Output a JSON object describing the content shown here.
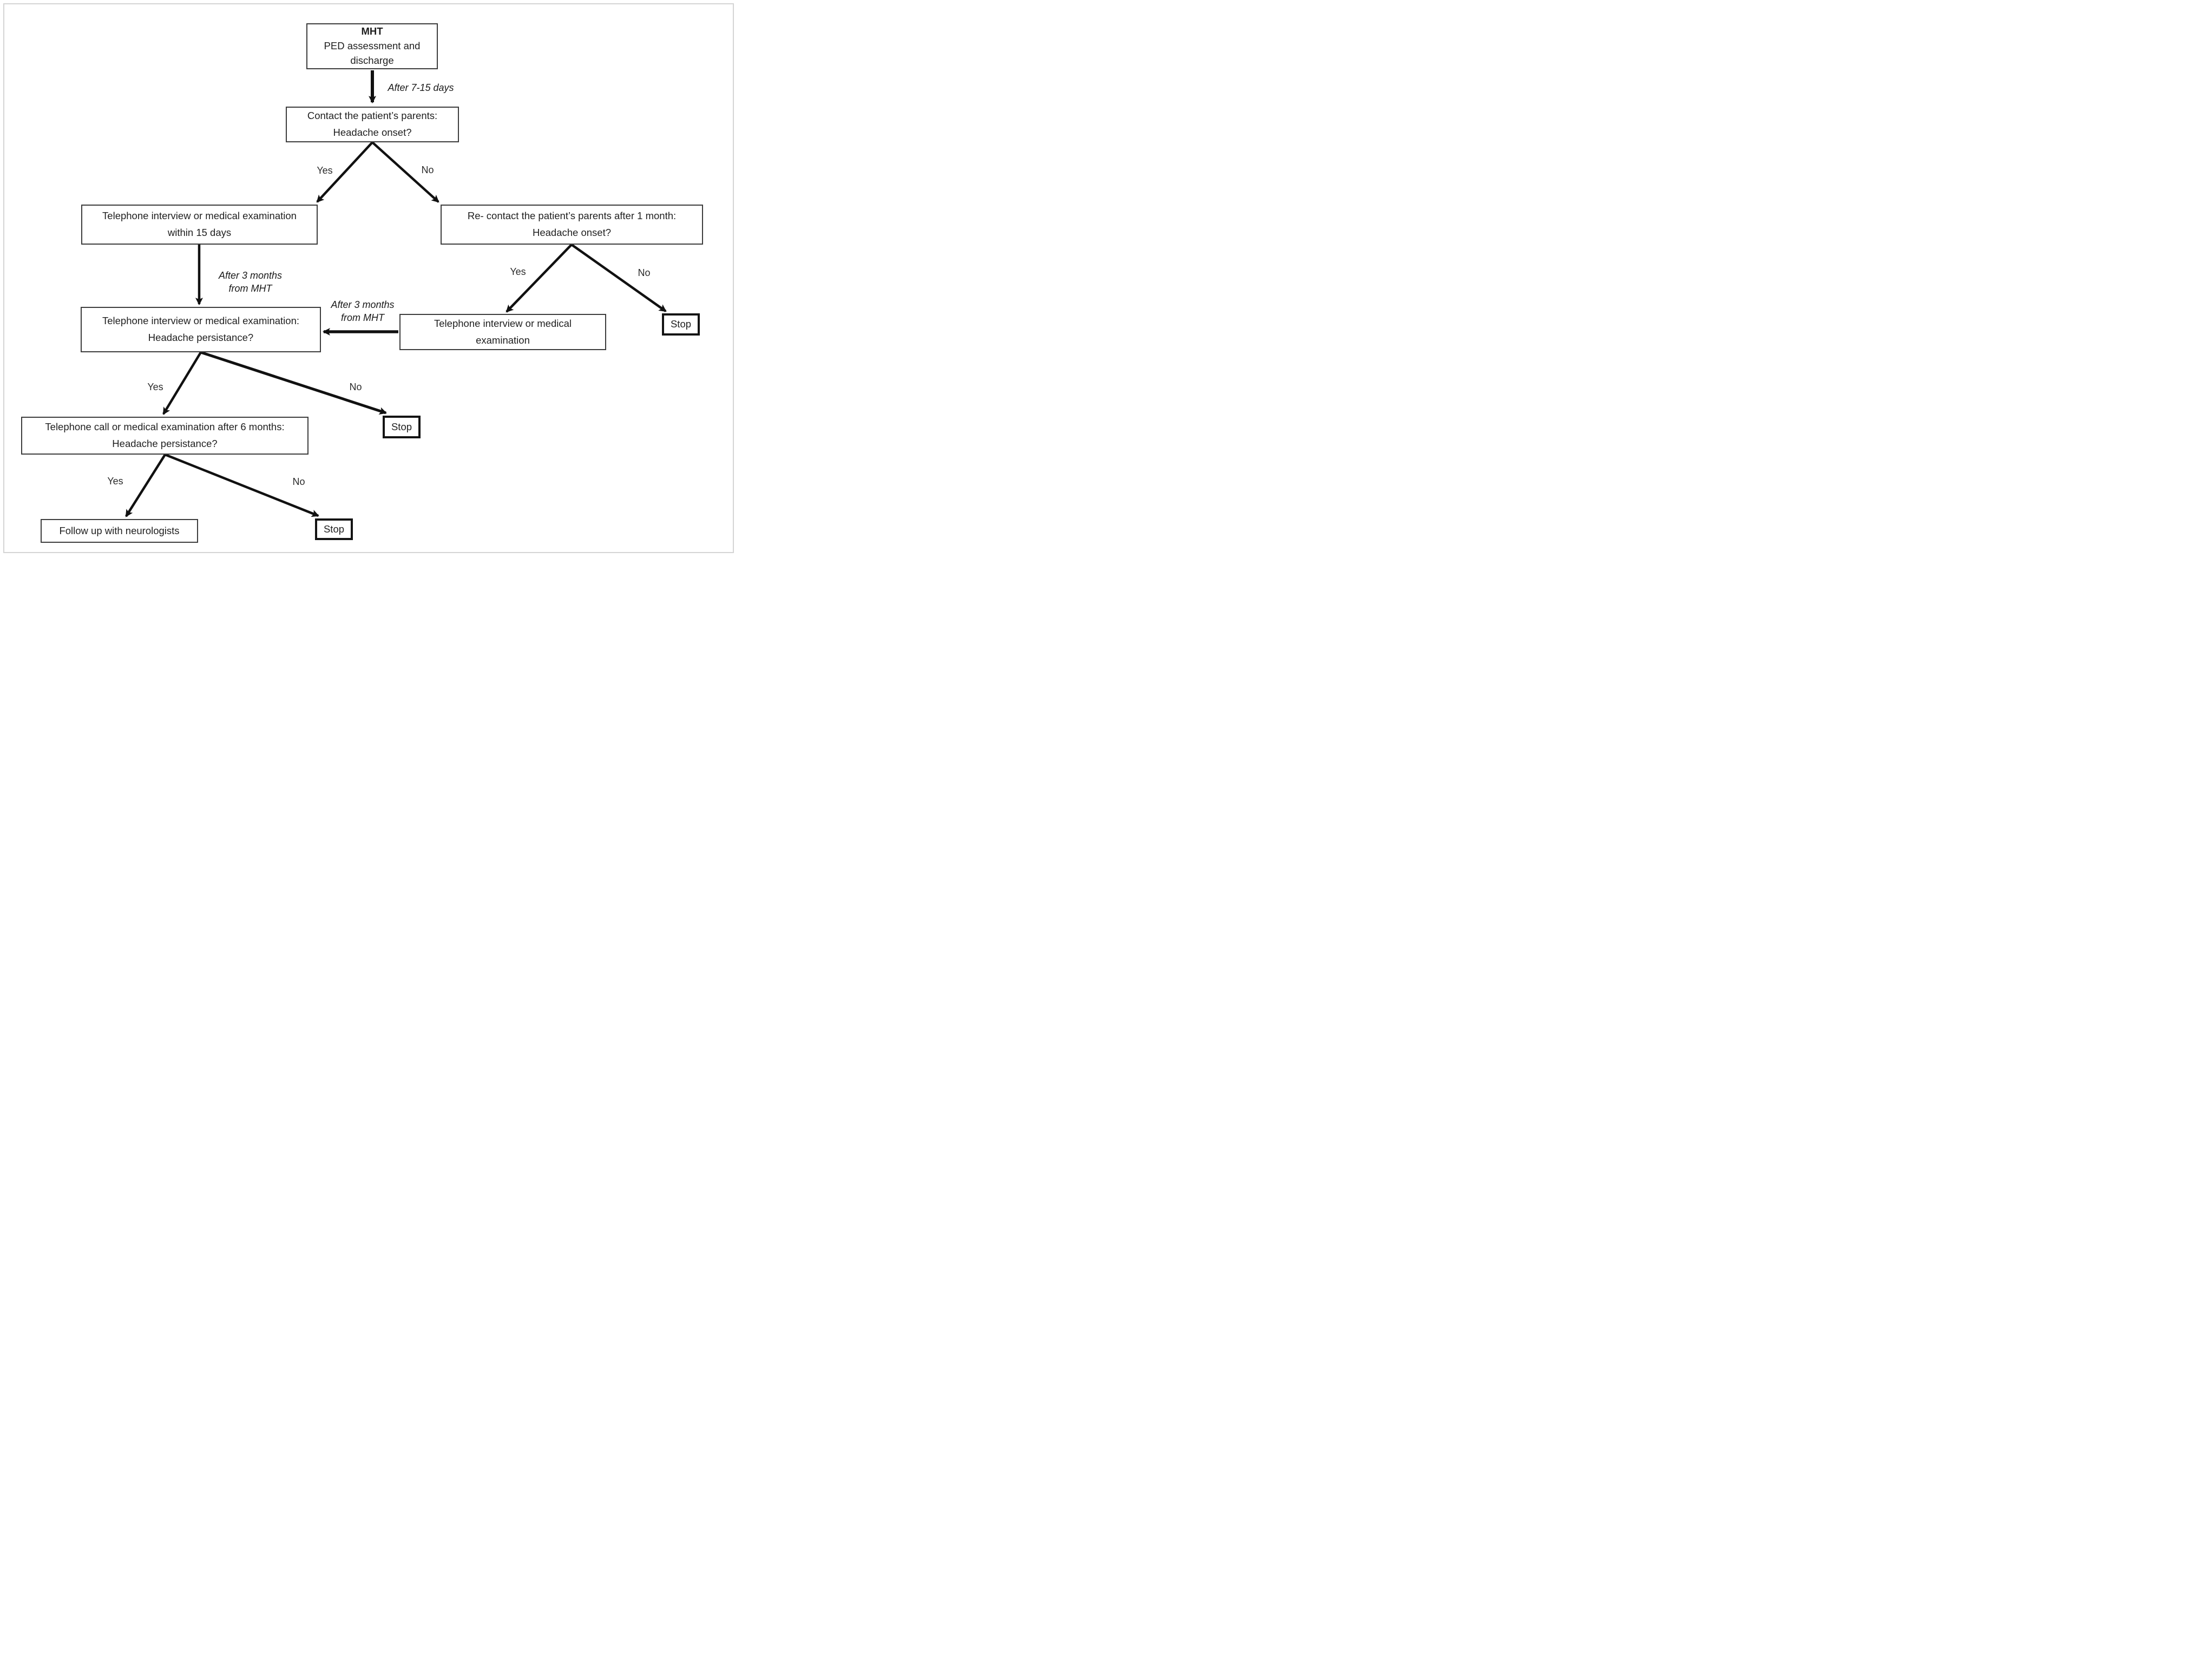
{
  "nodes": {
    "mht": {
      "title": "MHT",
      "text": "PED assessment and discharge"
    },
    "contact": {
      "line1": "Contact the patient’s parents:",
      "line2": "Headache onset?"
    },
    "tel15": {
      "line1": "Telephone interview or medical examination",
      "line2": "within 15 days"
    },
    "recontact": {
      "line1": "Re- contact the patient’s parents after 1 month:",
      "line2": "Headache onset?"
    },
    "persist": {
      "line1": "Telephone interview or medical examination:",
      "line2": "Headache persistance?"
    },
    "telexam": {
      "line1": "Telephone interview or medical",
      "line2": "examination"
    },
    "sixmonths": {
      "line1": "Telephone call or medical examination after 6 months:",
      "line2": "Headache persistance?"
    },
    "followup": {
      "text": "Follow up with neurologists"
    },
    "stop1": {
      "text": "Stop"
    },
    "stop2": {
      "text": "Stop"
    },
    "stop3": {
      "text": "Stop"
    }
  },
  "labels": {
    "yes": "Yes",
    "no": "No",
    "after_7_15_days": "After 7-15 days",
    "after_3_months_line1": "After 3 months",
    "after_3_months_line2": "from MHT"
  },
  "colors": {
    "background": "#ffffff",
    "box_border": "#3d3d3d",
    "stop_border": "#141414",
    "arrow": "#111111",
    "text": "#1f1f1f",
    "outer_frame": "#d4d4d4"
  }
}
